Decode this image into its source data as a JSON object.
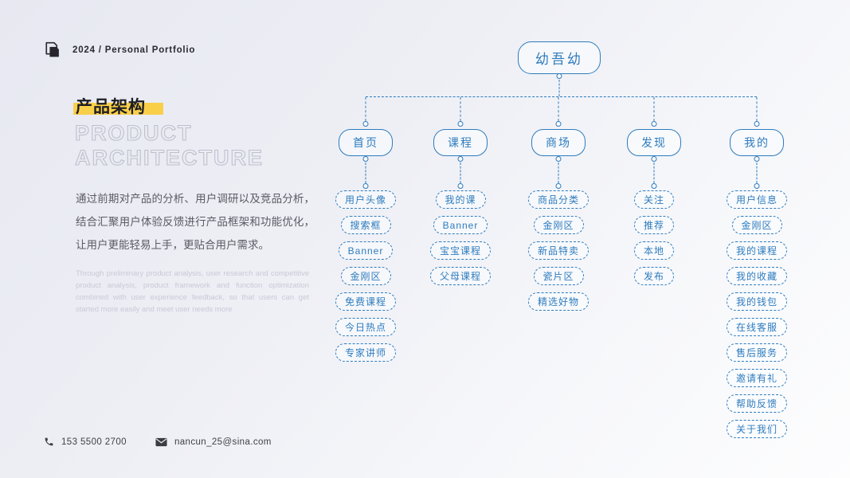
{
  "header": {
    "badge": "2024 / Personal Portfolio"
  },
  "intro": {
    "title_cn": "产品架构",
    "title_en_line1": "PRODUCT",
    "title_en_line2": "ARCHITECTURE",
    "desc_cn": "通过前期对产品的分析、用户调研以及竞品分析，结合汇聚用户体验反馈进行产品框架和功能优化，让用户更能轻易上手，更贴合用户需求。",
    "desc_en": "Through preliminary product analysis, user research and competitive product analysis, product framework and function optimization combined with user experience feedback, so that users can get started more easily and meet user needs more"
  },
  "tree": {
    "root": "幼吾幼",
    "branches": [
      {
        "label": "首页",
        "children": [
          "用户头像",
          "搜索框",
          "Banner",
          "金刚区",
          "免费课程",
          "今日热点",
          "专家讲师"
        ]
      },
      {
        "label": "课程",
        "children": [
          "我的课",
          "Banner",
          "宝宝课程",
          "父母课程"
        ]
      },
      {
        "label": "商场",
        "children": [
          "商品分类",
          "金刚区",
          "新品特卖",
          "瓷片区",
          "精选好物"
        ]
      },
      {
        "label": "发现",
        "children": [
          "关注",
          "推荐",
          "本地",
          "发布"
        ]
      },
      {
        "label": "我的",
        "children": [
          "用户信息",
          "金刚区",
          "我的课程",
          "我的收藏",
          "我的钱包",
          "在线客服",
          "售后服务",
          "邀请有礼",
          "帮助反馈",
          "关于我们"
        ]
      }
    ]
  },
  "footer": {
    "phone": "153 5500 2700",
    "email": "nancun_25@sina.com"
  },
  "colors": {
    "accent_blue": "#2e7cbe",
    "highlight_yellow": "#f9cf4a",
    "outline_gray": "#bdc0cd"
  }
}
